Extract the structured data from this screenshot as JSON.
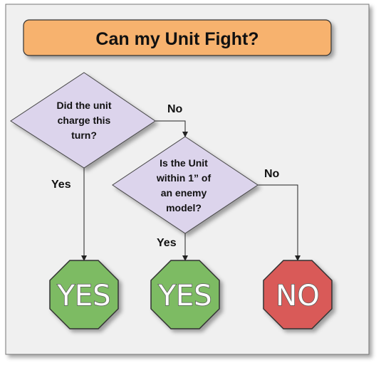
{
  "title": "Can my Unit Fight?",
  "colors": {
    "panel_bg": "#f0f0f0",
    "title_fill": "#f7b26e",
    "decision_fill": "#dcd4ec",
    "yes_fill": "#7dbb63",
    "no_fill": "#d95a59"
  },
  "decisions": [
    {
      "lines": [
        "Did the unit",
        "charge this",
        "turn?"
      ]
    },
    {
      "lines": [
        "Is the Unit",
        "within 1” of",
        "an enemy",
        "model?"
      ]
    }
  ],
  "edge_labels": {
    "d1_no": "No",
    "d1_yes": "Yes",
    "d2_no": "No",
    "d2_yes": "Yes"
  },
  "outcomes": [
    {
      "label": "YES",
      "kind": "yes"
    },
    {
      "label": "YES",
      "kind": "yes"
    },
    {
      "label": "NO",
      "kind": "no"
    }
  ]
}
